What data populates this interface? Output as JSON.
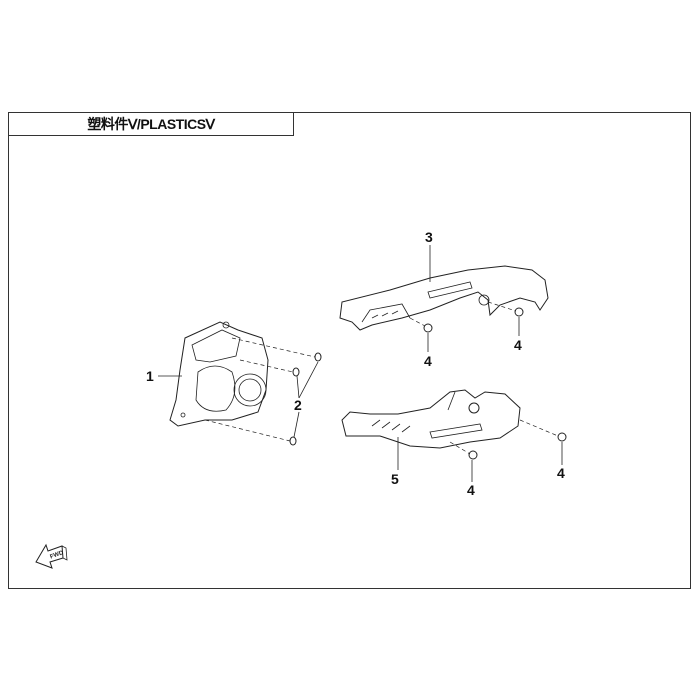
{
  "title": "塑料件Ⅴ/PLASTICSⅤ",
  "callouts": {
    "c1": "1",
    "c2": "2",
    "c3": "3",
    "c4a": "4",
    "c4b": "4",
    "c4c": "4",
    "c4d": "4",
    "c5": "5"
  },
  "fwd_label": "FWD"
}
